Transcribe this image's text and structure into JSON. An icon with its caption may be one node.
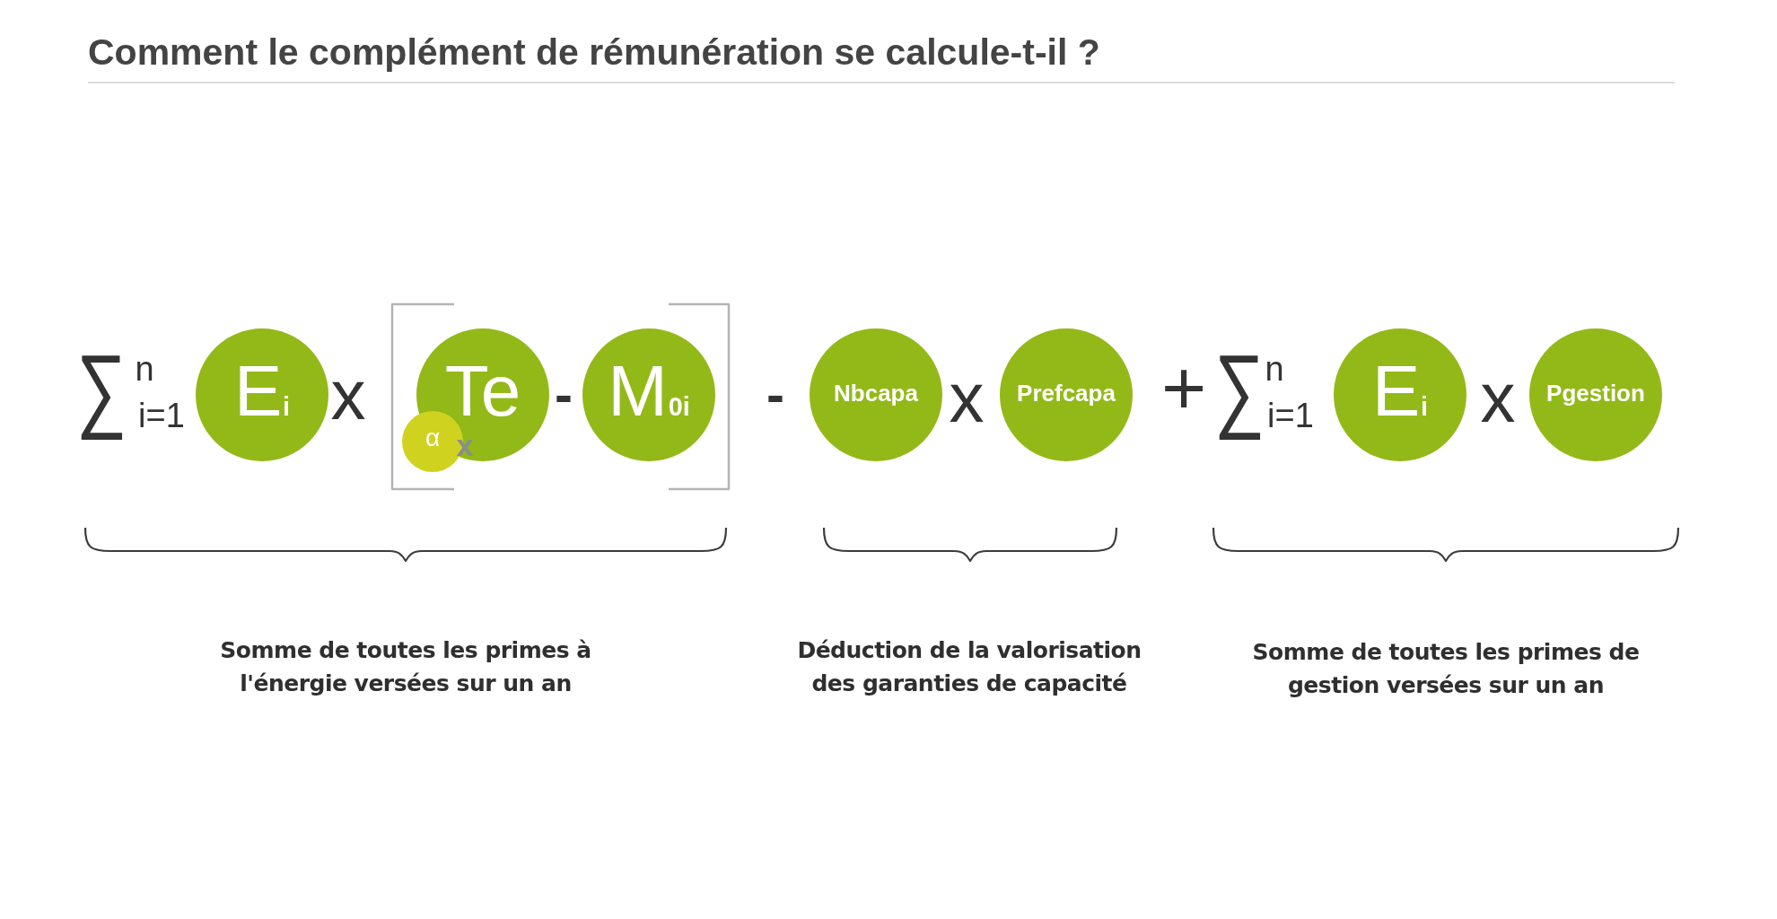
{
  "diagram": {
    "title": "Comment le complément de rémunération se calcule-t-il ?",
    "nodes": [
      {
        "text": [
          "E$_{i}$"
        ]
      },
      {
        "text": [
          "α"
        ]
      },
      {
        "text": [
          "Te"
        ]
      },
      {
        "text": [
          "M$_{0i}$"
        ]
      },
      {
        "text": [
          "Nbcapa"
        ]
      },
      {
        "text": [
          "Prefcapa"
        ]
      },
      {
        "text": [
          "E$_{i}$"
        ]
      },
      {
        "text": [
          "Pgestion"
        ]
      }
    ],
    "labels": [
      "∑",
      "n",
      "i=1",
      "x",
      "x",
      "-",
      "-",
      "x",
      "+",
      "∑",
      "n",
      "i=1",
      "x",
      "Somme de toutes les primes à l'énergie versées sur un an",
      "Déduction de la valorisation des garanties de capacité",
      "Somme de toutes les primes de gestion versées sur un an"
    ]
  }
}
